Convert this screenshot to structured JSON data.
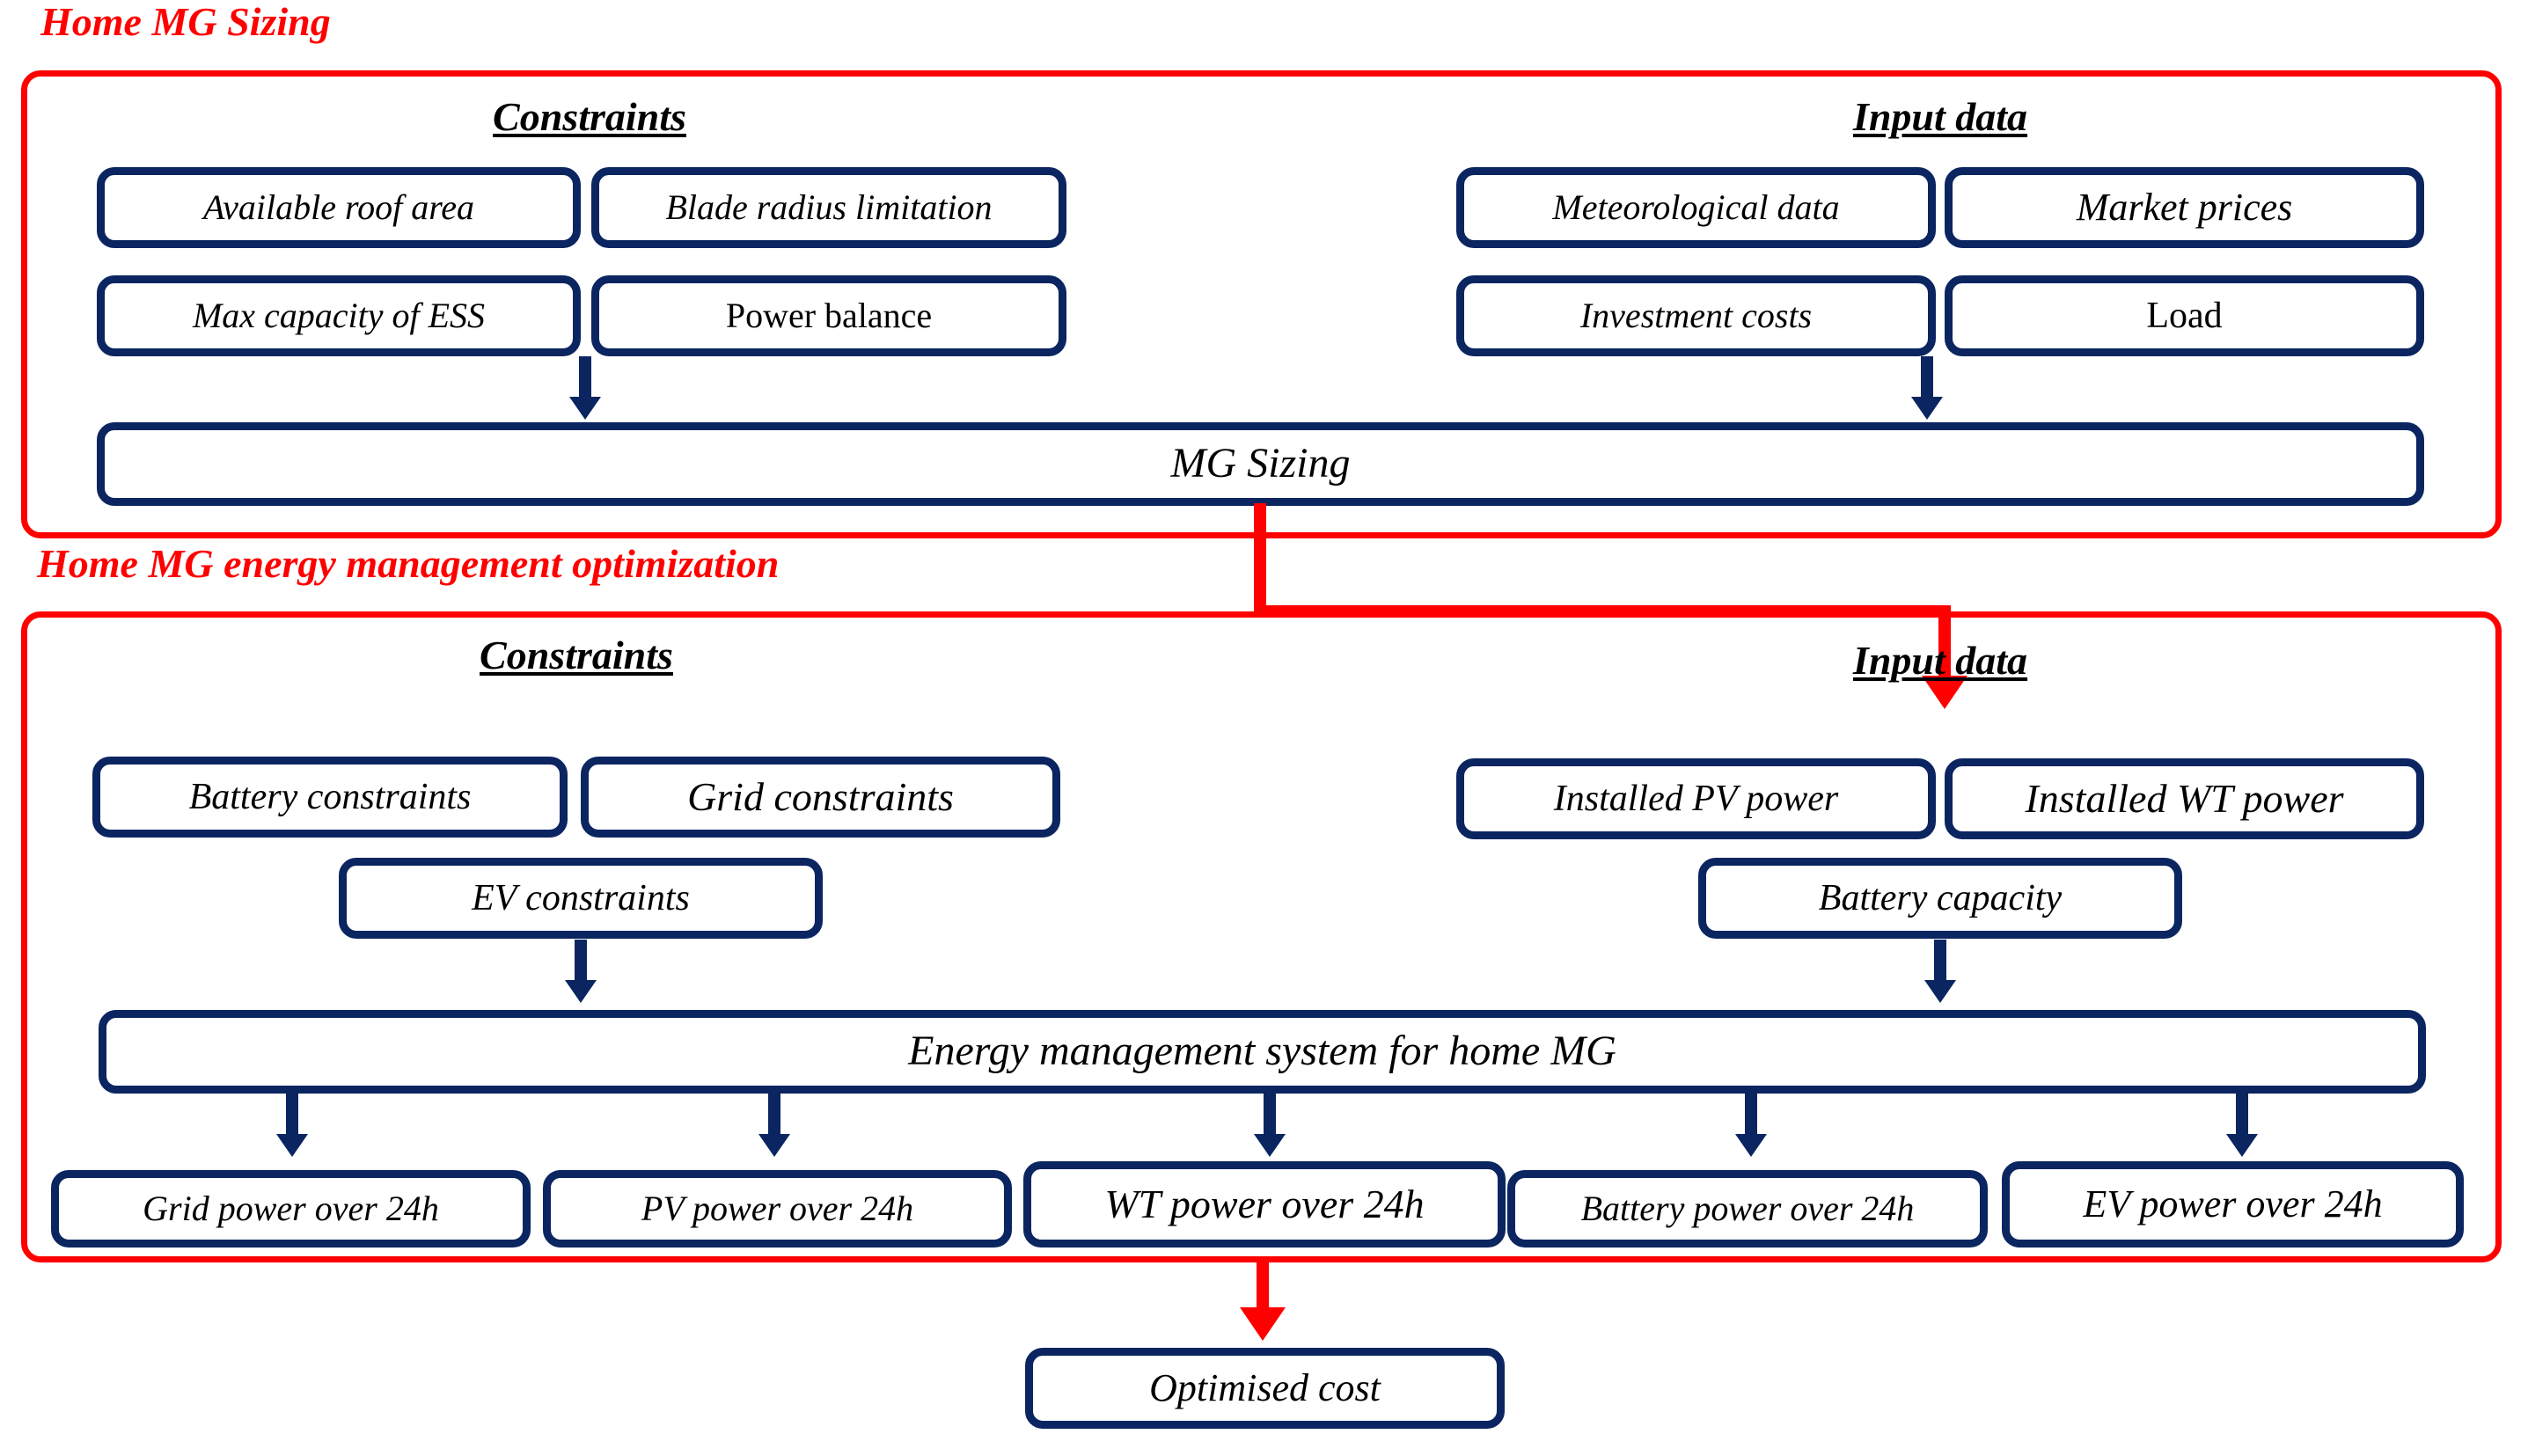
{
  "diagram": {
    "title_top": "Home MG Sizing",
    "title_bottom": "Home MG energy management optimization",
    "colors": {
      "group_border": "#ff0000",
      "box_border": "#0a2560",
      "box_fill": "#ffffff",
      "text": "#000000",
      "arrow_navy": "#0a2560",
      "arrow_red": "#ff0000"
    }
  },
  "panel_sizing": {
    "title": "Home MG Sizing",
    "constraints_header": "Constraints",
    "input_header": "Input data ",
    "constraints": [
      "Available roof area",
      "Blade radius limitation",
      "Max capacity of ESS",
      "Power balance"
    ],
    "inputs": [
      "Meteorological data",
      "Market prices",
      "Investment costs",
      "Load"
    ],
    "process": "MG Sizing"
  },
  "panel_ems": {
    "title": "Home MG energy management optimization",
    "constraints_header": "Constraints",
    "input_header": "Input data",
    "constraints": [
      "Battery constraints",
      "Grid constraints",
      "EV constraints"
    ],
    "inputs": [
      "Installed PV power",
      "Installed WT power",
      "Battery capacity"
    ],
    "process": "Energy management system for home MG",
    "outputs": [
      "Grid power over 24h",
      "PV power over 24h",
      "WT power over 24h",
      "Battery power over 24h",
      "EV power over 24h"
    ]
  },
  "result": {
    "label": "Optimised cost"
  }
}
